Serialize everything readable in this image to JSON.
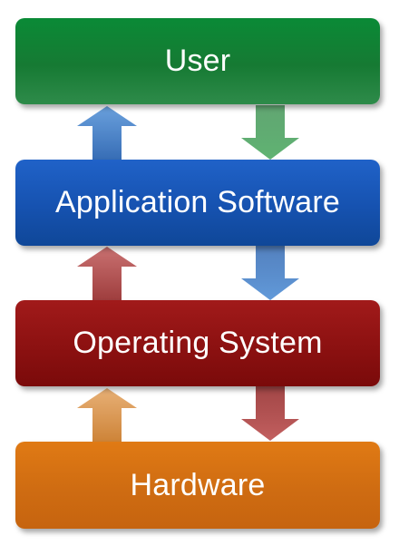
{
  "layers": {
    "user": {
      "label": "User",
      "color": "#167a33"
    },
    "application": {
      "label": "Application Software",
      "color": "#1652b0"
    },
    "os": {
      "label": "Operating System",
      "color": "#8c1111"
    },
    "hardware": {
      "label": "Hardware",
      "color": "#cf6c12"
    }
  },
  "arrows": [
    {
      "name": "arrow-app-to-user",
      "direction": "up",
      "color": "#3a7cc4"
    },
    {
      "name": "arrow-user-to-app",
      "direction": "down",
      "color": "#3f9a55"
    },
    {
      "name": "arrow-os-to-app",
      "direction": "up",
      "color": "#b04848"
    },
    {
      "name": "arrow-app-to-os",
      "direction": "down",
      "color": "#3a7cc4"
    },
    {
      "name": "arrow-hw-to-os",
      "direction": "up",
      "color": "#d08a3e"
    },
    {
      "name": "arrow-os-to-hw",
      "direction": "down",
      "color": "#b04848"
    }
  ]
}
